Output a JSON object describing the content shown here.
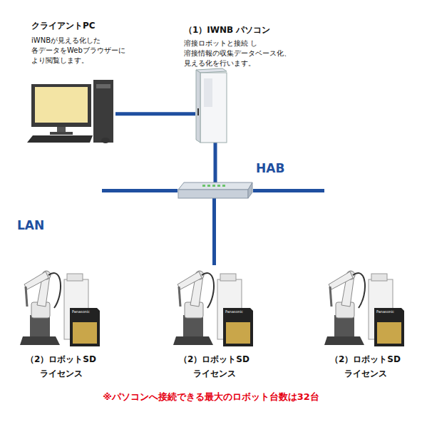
{
  "diagram": {
    "nodes": [
      {
        "text": [
          "クライアントPC",
          "iWNBが見える化した 各データをWebブラウザーに より閲覧します。"
        ]
      },
      {
        "text": [
          "（1）IWNB パソコン",
          "溶接ロボットと接続 し 溶接情報の収集データベース化、 見える化を行います。"
        ]
      },
      {
        "text": [
          "HAB"
        ]
      },
      {
        "text": [
          "（2）ロボットSD ライセンス"
        ]
      },
      {
        "text": [
          "（2）ロボットSD ライセンス"
        ]
      },
      {
        "text": [
          "（2）ロボットSD ライセンス"
        ]
      }
    ],
    "edges": [
      {
        "from": 0,
        "to": 1,
        "arrow": "none"
      },
      {
        "from": 1,
        "to": 2,
        "arrow": "none"
      },
      {
        "from": 2,
        "to": 3,
        "arrow": "none"
      },
      {
        "from": 2,
        "to": 4,
        "arrow": "none"
      },
      {
        "from": 2,
        "to": 5,
        "arrow": "none"
      }
    ],
    "labels": [
      "LAN",
      "Panasonic",
      "Panasonic",
      "Panasonic",
      "※パソコンへ接続できる最大のロボット台数は32台"
    ]
  }
}
